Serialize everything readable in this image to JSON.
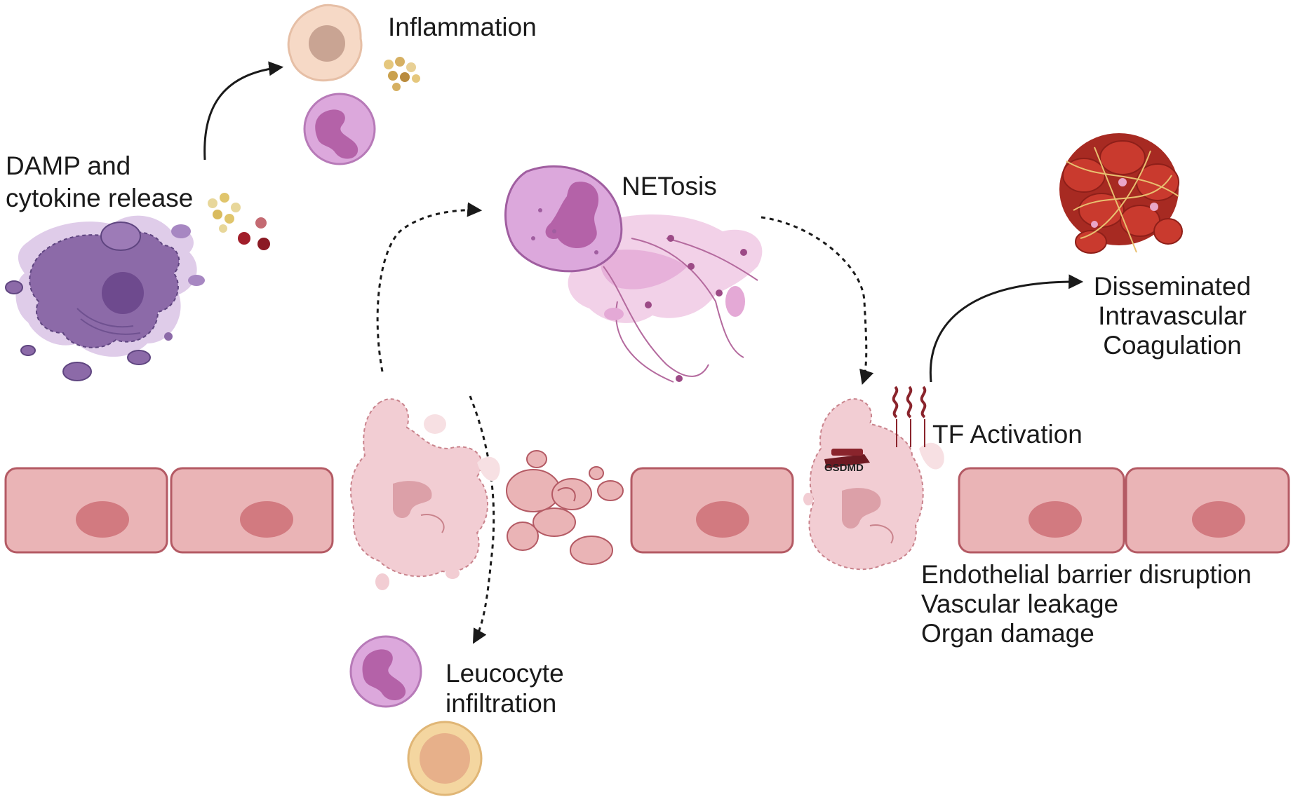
{
  "labels": {
    "inflammation": "Inflammation",
    "damp_line1": "DAMP and",
    "damp_line2": "cytokine release",
    "netosis": "NETosis",
    "dic_line1": "Disseminated",
    "dic_line2": "Intravascular",
    "dic_line3": "Coagulation",
    "tf_activation": "TF Activation",
    "gsdmd": "GSDMD",
    "outcome_1": "Endothelial barrier disruption",
    "outcome_2": "Vascular leakage",
    "outcome_3": "Organ damage",
    "leucocyte_line1": "Leucocyte",
    "leucocyte_line2": "infiltration"
  },
  "colors": {
    "endothelium_fill": "#eab4b6",
    "endothelium_stroke": "#b45a64",
    "nucleus": "#d27a80",
    "pyroptotic_cell": "#f2cdd3",
    "macrophage": "#8c6aa8",
    "neutrophil": "#d9a5d9",
    "clot": "#b8342a",
    "arrow": "#1a1a1a"
  }
}
